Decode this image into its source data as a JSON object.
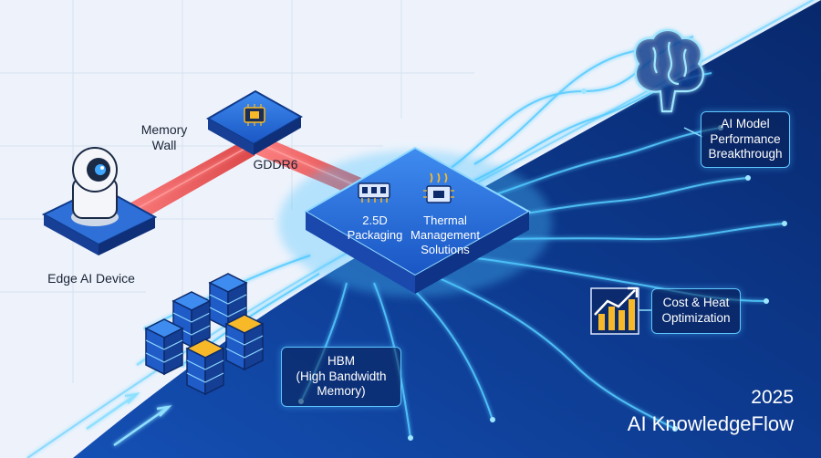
{
  "labels": {
    "memory_wall": "Memory\nWall",
    "gddr6": "GDDR6",
    "edge_device": "Edge AI Device",
    "packaging": "2.5D\nPackaging",
    "thermal": "Thermal\nManagement\nSolutions",
    "hbm": "HBM\n(High Bandwidth\nMemory)",
    "ai_model": "AI Model\nPerformance\nBreakthrough",
    "cost_heat": "Cost & Heat\nOptimization"
  },
  "brand": {
    "year": "2025",
    "name": "AI KnowledgeFlow"
  },
  "icons": [
    "camera-icon",
    "chip-icon",
    "ram-module-icon",
    "heatsink-chip-icon",
    "brain-icon",
    "rising-chart-icon",
    "server-stack-icon"
  ],
  "colors": {
    "accent": "#38c6ff",
    "memory_wall_red": "#ff4a4a",
    "background_light": "#eef3fb",
    "background_dark": "#0b2a6b",
    "chart_gold": "#f7b928"
  }
}
